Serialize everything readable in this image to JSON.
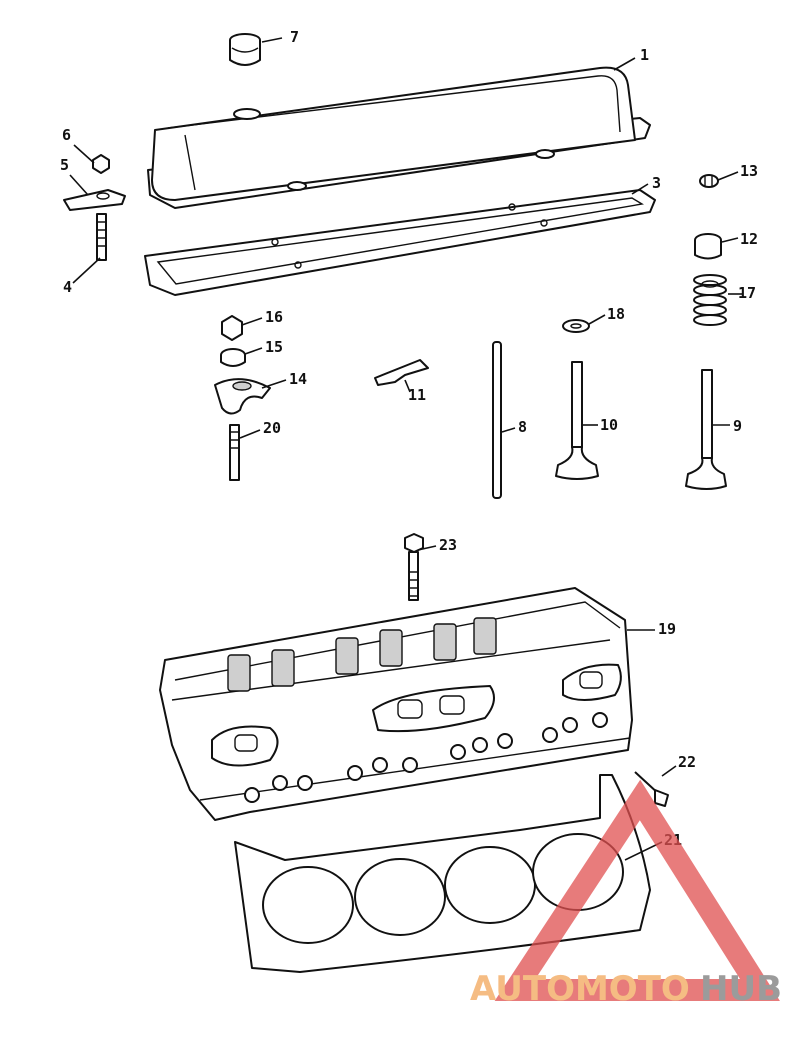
{
  "diagram": {
    "callouts": [
      {
        "id": "c1",
        "label": "1"
      },
      {
        "id": "c3",
        "label": "3"
      },
      {
        "id": "c4",
        "label": "4"
      },
      {
        "id": "c5",
        "label": "5"
      },
      {
        "id": "c6",
        "label": "6"
      },
      {
        "id": "c7",
        "label": "7"
      },
      {
        "id": "c8",
        "label": "8"
      },
      {
        "id": "c9",
        "label": "9"
      },
      {
        "id": "c10",
        "label": "10"
      },
      {
        "id": "c11",
        "label": "11"
      },
      {
        "id": "c12",
        "label": "12"
      },
      {
        "id": "c13",
        "label": "13"
      },
      {
        "id": "c14",
        "label": "14"
      },
      {
        "id": "c15",
        "label": "15"
      },
      {
        "id": "c16",
        "label": "16"
      },
      {
        "id": "c17",
        "label": "17"
      },
      {
        "id": "c18",
        "label": "18"
      },
      {
        "id": "c19",
        "label": "19"
      },
      {
        "id": "c20",
        "label": "20"
      },
      {
        "id": "c21",
        "label": "21"
      },
      {
        "id": "c22",
        "label": "22"
      },
      {
        "id": "c23",
        "label": "23"
      }
    ]
  },
  "watermark": {
    "part1": "AUTOMOTO",
    "part2": "HUB",
    "color1": "#f2a65a",
    "color2": "#7a7a7a",
    "triangle_color": "#e05050"
  }
}
